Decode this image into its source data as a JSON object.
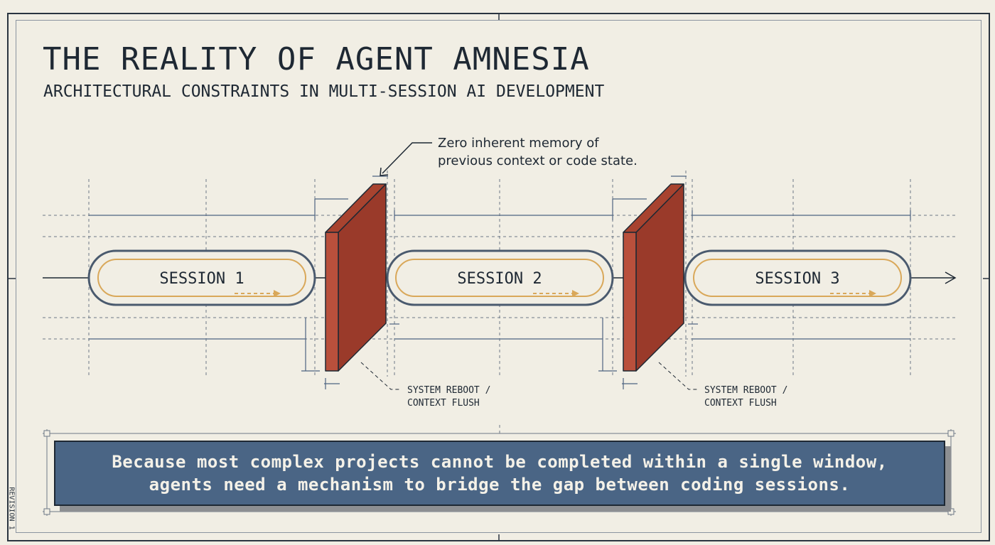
{
  "header": {
    "title": "THE REALITY OF AGENT AMNESIA",
    "subtitle": "ARCHITECTURAL CONSTRAINTS IN MULTI-SESSION AI DEVELOPMENT"
  },
  "sessions": [
    {
      "label": "SESSION 1"
    },
    {
      "label": "SESSION 2"
    },
    {
      "label": "SESSION 3"
    }
  ],
  "annotation": {
    "line1": "Zero inherent memory of",
    "line2": "previous context or code state."
  },
  "barriers": [
    {
      "line1": "SYSTEM REBOOT /",
      "line2": "CONTEXT FLUSH"
    },
    {
      "line1": "SYSTEM REBOOT /",
      "line2": "CONTEXT FLUSH"
    }
  ],
  "callout": {
    "line1": "Because most complex projects cannot be completed within a single window,",
    "line2": "agents need a mechanism to bridge the gap between coding sessions."
  },
  "margin_text": "REVISION 1",
  "colors": {
    "background": "#f1eee4",
    "ink": "#1e2833",
    "pill_border": "#4a5a6e",
    "pill_inner": "#d9a85a",
    "barrier_front": "#b9503c",
    "barrier_side": "#9a3a2a",
    "callout_bg": "#4a6585"
  }
}
